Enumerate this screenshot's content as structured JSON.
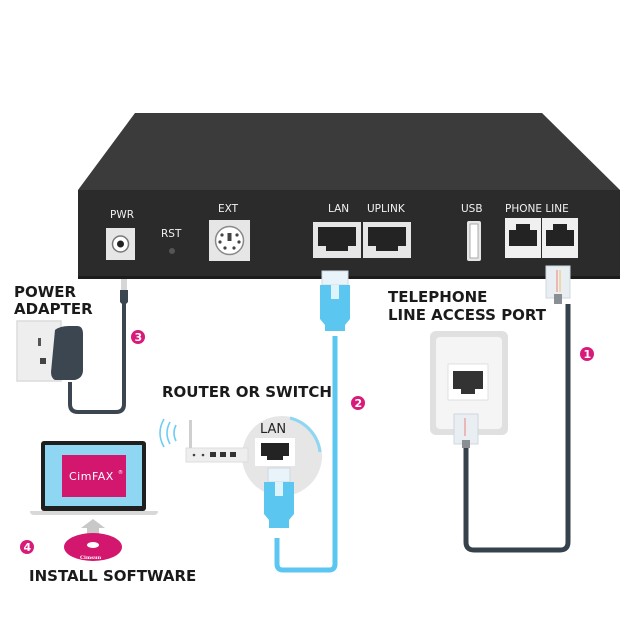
{
  "title": "CimFAX network fax server connection diagram",
  "device": {
    "ports": {
      "pwr": "PWR",
      "rst": "RST",
      "ext": "EXT",
      "lan": "LAN",
      "uplink": "UPLINK",
      "usb": "USB",
      "phone_line": "PHONE  LINE"
    }
  },
  "callouts": {
    "power_adapter_line1": "POWER",
    "power_adapter_line2": "ADAPTER",
    "router": "ROUTER OR SWITCH",
    "router_lan": "LAN",
    "telephone_line1": "TELEPHONE",
    "telephone_line2": "LINE ACCESS PORT",
    "install": "INSTALL SOFTWARE",
    "laptop_screen_brand": "CimFAX",
    "laptop_screen_reg": "®",
    "disc_label": "Cimsun"
  },
  "steps": [
    {
      "number": "1",
      "target": "telephone-line"
    },
    {
      "number": "2",
      "target": "lan-cable"
    },
    {
      "number": "3",
      "target": "power-adapter"
    },
    {
      "number": "4",
      "target": "install-software"
    }
  ],
  "colors": {
    "step_badge": "#d81b7a",
    "lan_cable": "#5bc6f0",
    "device_body": "#2e2e2e",
    "brand_magenta": "#d3176f"
  }
}
